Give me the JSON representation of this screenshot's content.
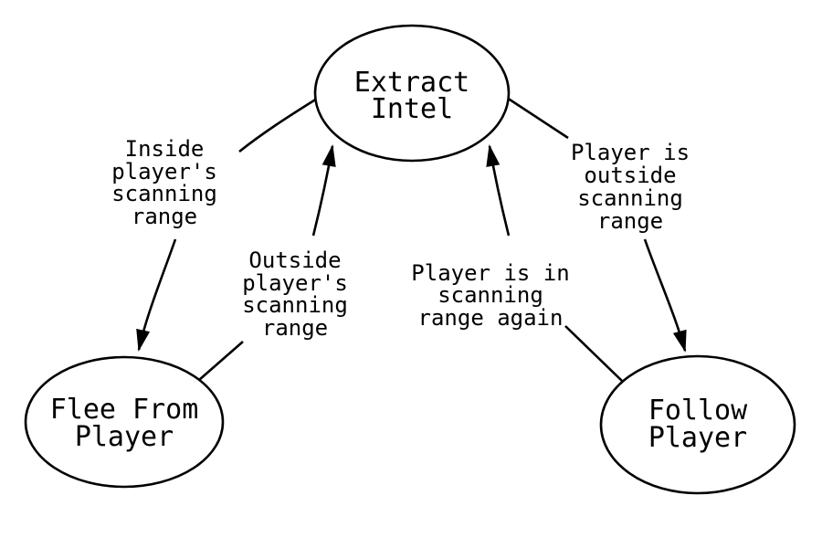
{
  "colors": {
    "background": "#ffffff",
    "stroke": "#000000",
    "text": "#000000"
  },
  "nodes": {
    "extract_intel": {
      "lines": [
        "Extract",
        "Intel"
      ]
    },
    "flee_from_player": {
      "lines": [
        "Flee From",
        "Player"
      ]
    },
    "follow_player": {
      "lines": [
        "Follow",
        "Player"
      ]
    }
  },
  "edges": {
    "extract_to_flee": {
      "label_lines": [
        "Inside",
        "player's",
        "scanning",
        "range"
      ]
    },
    "flee_to_extract": {
      "label_lines": [
        "Outside",
        "player's",
        "scanning",
        "range"
      ]
    },
    "follow_to_extract": {
      "label_lines": [
        "Player is in",
        "scanning",
        "range again"
      ]
    },
    "extract_to_follow": {
      "label_lines": [
        "Player is",
        "outside",
        "scanning",
        "range"
      ]
    }
  }
}
